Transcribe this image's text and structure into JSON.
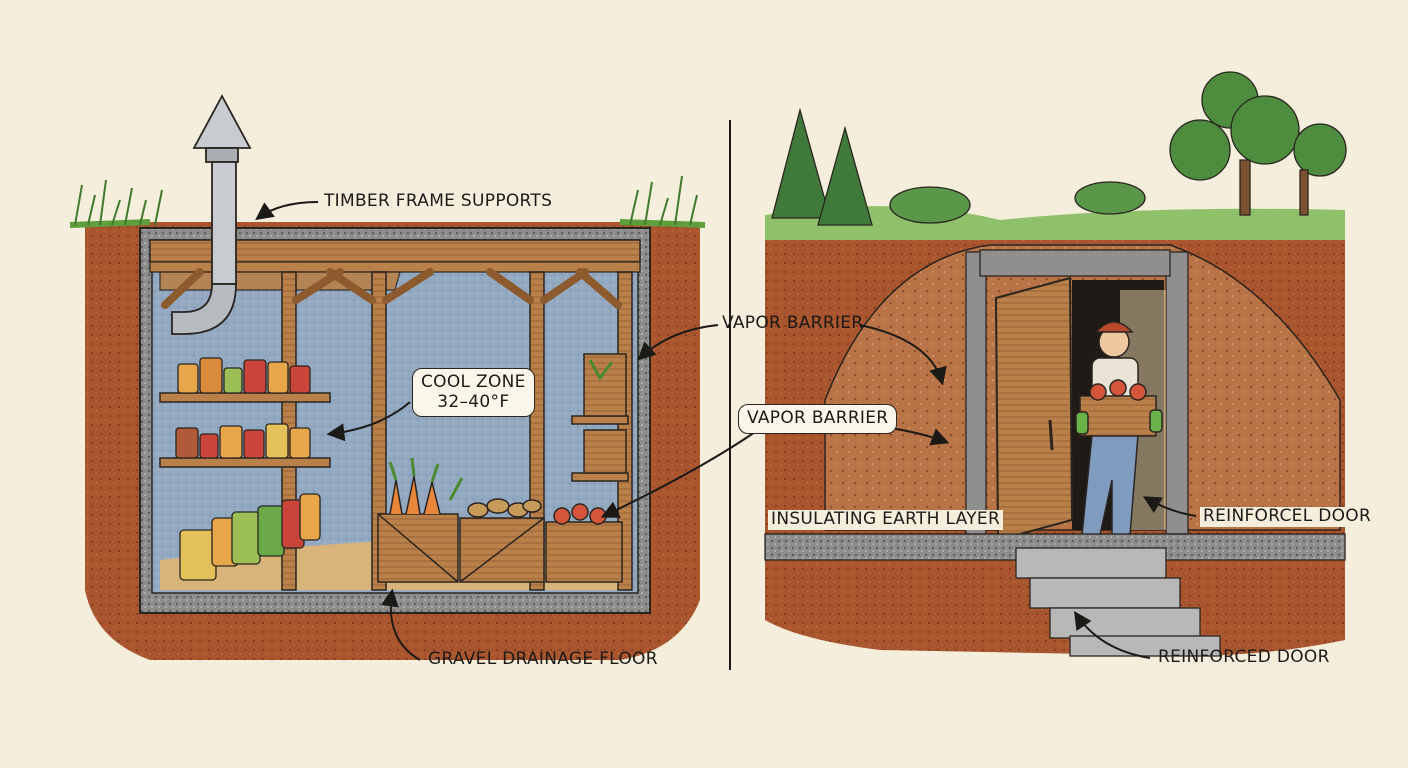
{
  "labels": {
    "timber_frame": "TIMBER FRAME SUPPORTS",
    "cool_zone_line1": "COOL ZONE",
    "cool_zone_line2": "32–40°F",
    "gravel_floor": "GRAVEL DRAINAGE FLOOR",
    "vapor_barrier_1": "VAPOR BARRIER",
    "vapor_barrier_2": "VAPOR BARRIER",
    "insulating_earth": "INSULATING EARTH LAYER",
    "reinforcel_door": "REINFORCEL DOOR",
    "reinforced_door": "REINFORCED DOOR"
  },
  "colors": {
    "background": "#f6eedd",
    "soil": "#a9552e",
    "soil_light": "#c98a55",
    "wall_blue": "#8fa6c0",
    "timber": "#b07a45",
    "grass": "#5f9e3c",
    "tree": "#3f7a3a",
    "stone": "#9a9a9a",
    "outline": "#2a2520"
  }
}
